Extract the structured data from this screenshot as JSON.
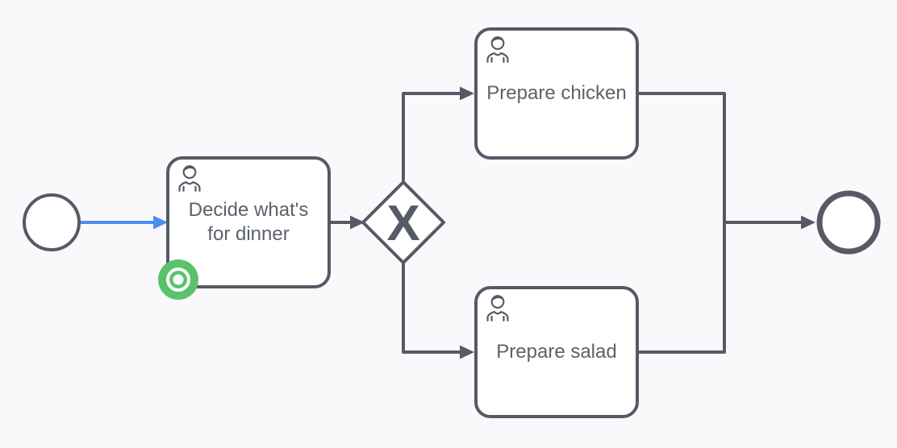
{
  "theme": {
    "background": "#f9f9fb",
    "shape_fill": "#ffffff",
    "shape_stroke": "#555a64",
    "label_color": "#5b626c",
    "flow_highlight_blue": "#4d8bf5",
    "token_badge_green": "#5ac26b"
  },
  "diagram": {
    "kind": "BPMN process diagram",
    "nodes": {
      "start_event": {
        "type": "start-event"
      },
      "decide_task": {
        "type": "user-task",
        "label": "Decide what's for dinner",
        "line1": "Decide what's",
        "line2": "for dinner",
        "has_active_token_badge": true
      },
      "gateway": {
        "type": "exclusive-gateway",
        "marker": "X"
      },
      "prepare_chicken_task": {
        "type": "user-task",
        "label": "Prepare chicken"
      },
      "prepare_salad_task": {
        "type": "user-task",
        "label": "Prepare salad"
      },
      "end_event": {
        "type": "end-event"
      }
    }
  }
}
